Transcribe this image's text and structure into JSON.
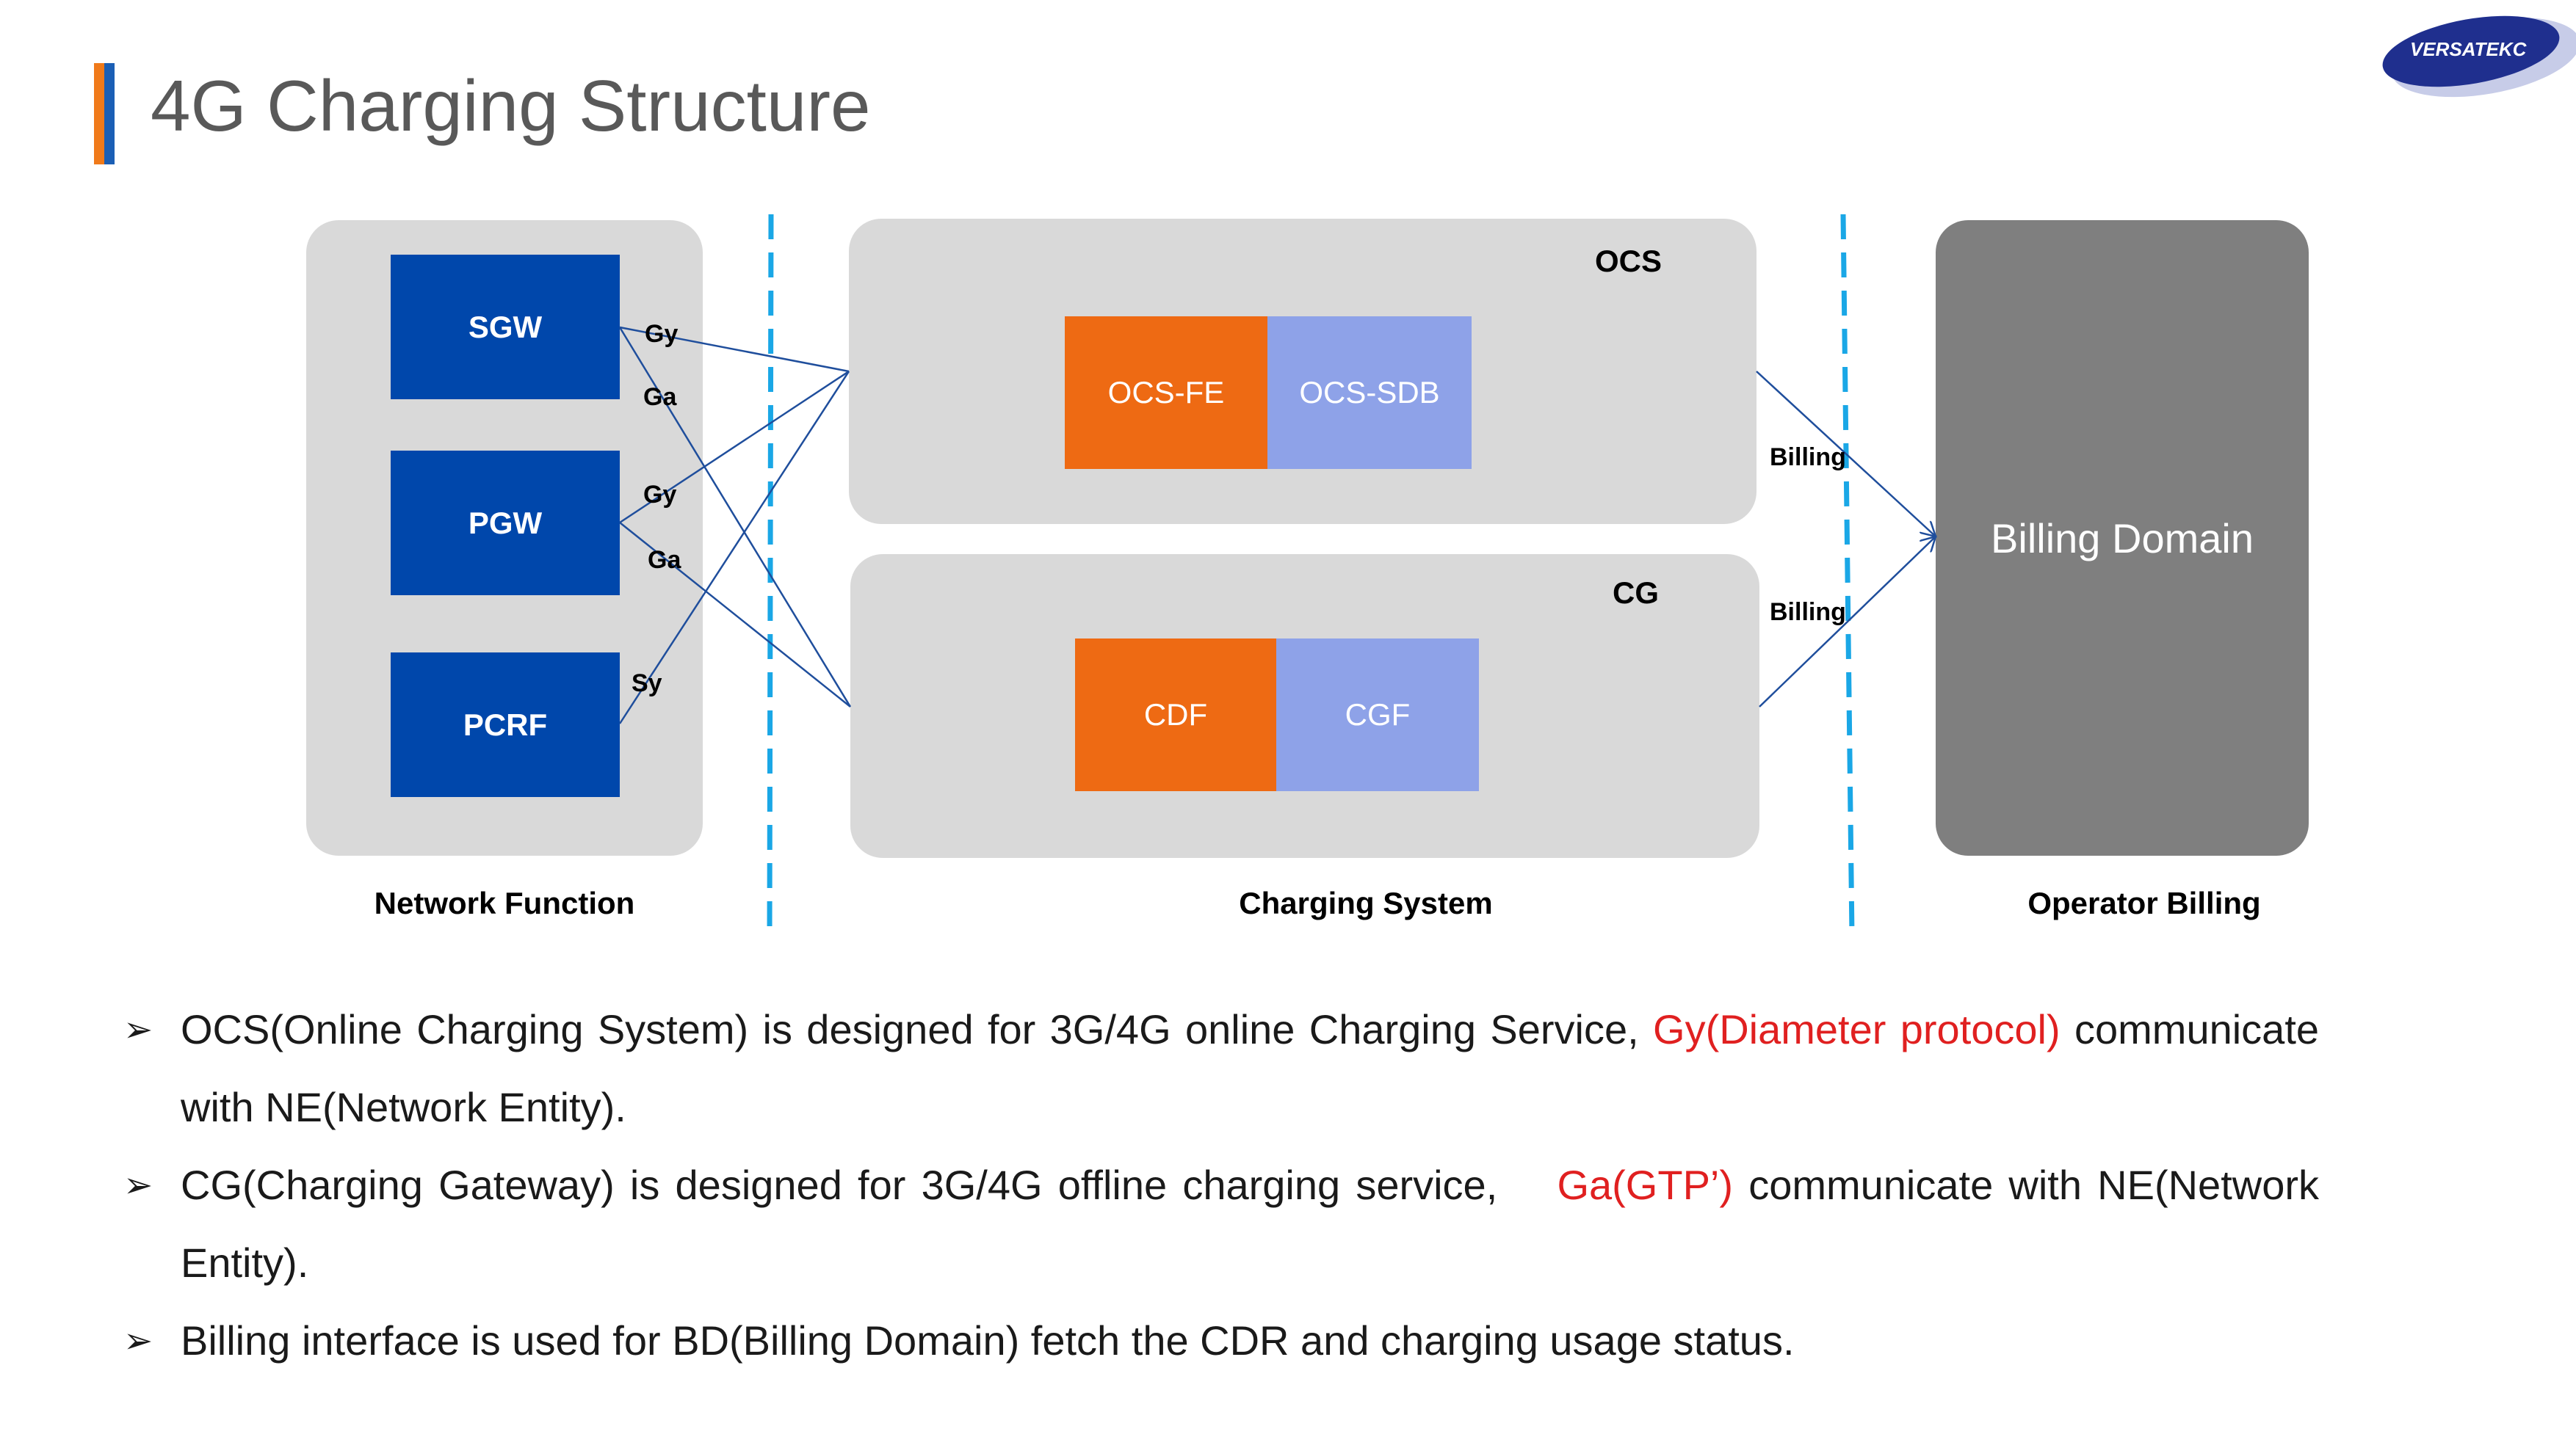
{
  "title": "4G Charging Structure",
  "logo_text": "VERSATEKC",
  "network_function": {
    "boxes": [
      "SGW",
      "PGW",
      "PCRF"
    ],
    "caption": "Network Function"
  },
  "interfaces": {
    "sgw_gy": "Gy",
    "sgw_ga": "Ga",
    "pgw_gy": "Gy",
    "pgw_ga": "Ga",
    "pcrf_sy": "Sy",
    "ocs_billing": "Billing",
    "cg_billing": "Billing"
  },
  "charging_system": {
    "ocs": {
      "label": "OCS",
      "cells": [
        "OCS-FE",
        "OCS-SDB"
      ]
    },
    "cg": {
      "label": "CG",
      "cells": [
        "CDF",
        "CGF"
      ]
    },
    "caption": "Charging System"
  },
  "operator_billing": {
    "box_label": "Billing Domain",
    "caption": "Operator Billing"
  },
  "bullets": [
    {
      "text": "OCS(Online Charging System) is designed for 3G/4G online Charging Service,",
      "highlight": "Gy(Diameter protocol)",
      "tail": "communicate with NE(Network Entity)."
    },
    {
      "text": "CG(Charging Gateway) is designed for 3G/4G offline charging service,",
      "highlight": "Ga(GTP’)",
      "tail": "communicate with NE(Network Entity)."
    },
    {
      "text": "Billing interface is used for BD(Billing Domain) fetch the CDR and charging usage status."
    }
  ],
  "bullet_marker": "➢",
  "colors": {
    "accent_orange": "#EE6A13",
    "accent_blue": "#0047AB",
    "lavender": "#8EA2E8",
    "panel_gray": "#D9D9D9",
    "billing_gray": "#7F7F7F",
    "divider_cyan": "#1AA7E6",
    "highlight_red": "#E02020"
  }
}
